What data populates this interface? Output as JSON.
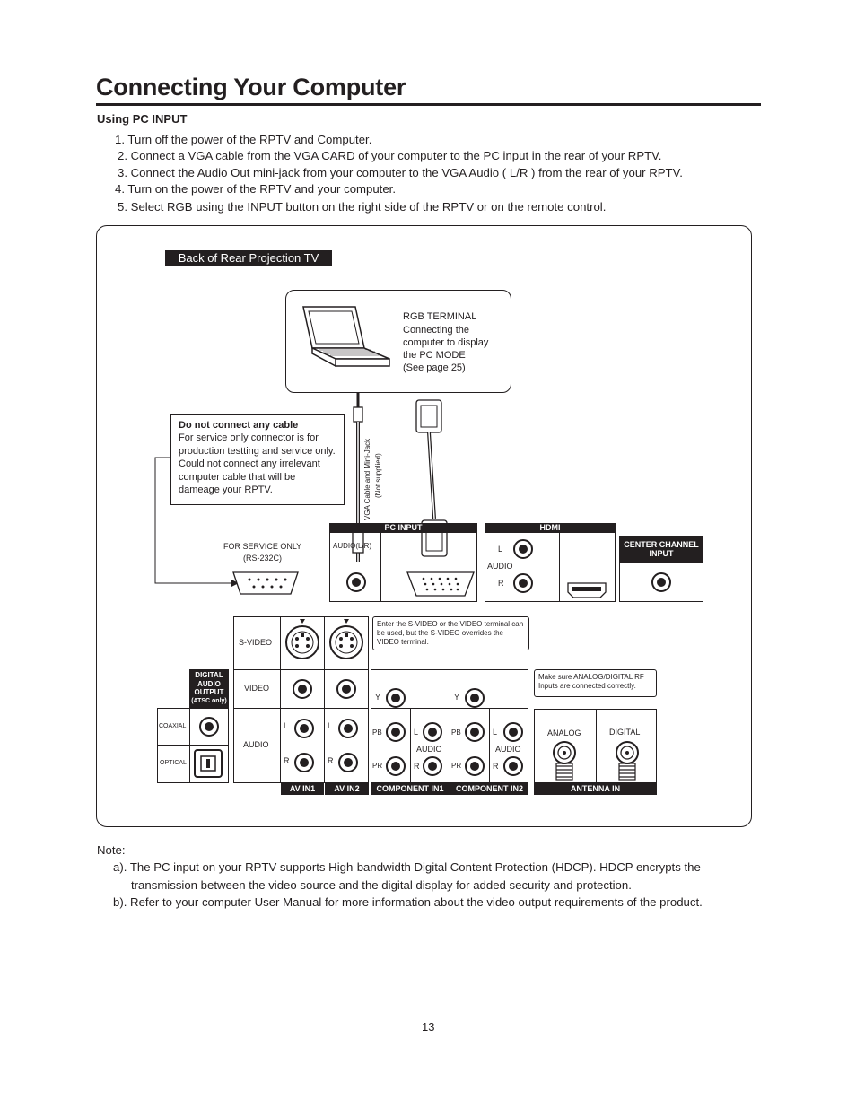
{
  "title": "Connecting Your Computer",
  "subtitle": "Using PC INPUT",
  "steps": [
    "1. Turn off the power of the RPTV and Computer.",
    "2. Connect a VGA cable from the VGA CARD of your computer to the PC input in the rear of your RPTV.",
    "3. Connect the Audio Out mini-jack from your computer to the VGA Audio ( L/R ) from the rear of your RPTV.",
    "4. Turn on the power of the RPTV and your computer.",
    "5. Select RGB using the INPUT button on the right side of the RPTV or on the remote control."
  ],
  "diagram": {
    "tv_label": "Back of Rear Projection TV",
    "rgb_terminal": [
      "RGB TERMINAL",
      "Connecting the",
      "computer to display",
      "the PC MODE",
      "(See page 25)"
    ],
    "warning_title": "Do not connect any cable",
    "warning_text": "For service only connector is for production testting and service only. Could not connect any irrelevant computer cable that will be dameage your RPTV.",
    "cable_label_1": "VGA Cable and Mini-Jack",
    "cable_label_2": "(Not supplied)",
    "service_only": "FOR SERVICE ONLY",
    "rs232c": "(RS-232C)",
    "pc_input": "PC INPUT",
    "audio_lr": "AUDIO(L/R)",
    "hdmi": "HDMI",
    "l": "L",
    "r": "R",
    "audio": "AUDIO",
    "center_channel": [
      "CENTER CHANNEL",
      "INPUT"
    ],
    "svideo": "S-VIDEO",
    "video": "VIDEO",
    "svideo_note": "Enter the S-VIDEO or the VIDEO terminal can be used, but the S-VIDEO overrides the VIDEO terminal.",
    "digital_audio": [
      "DIGITAL",
      "AUDIO",
      "OUTPUT",
      "(ATSC only)"
    ],
    "coaxial": "COAXIAL",
    "optical": "OPTICAL",
    "av_in1": "AV IN1",
    "av_in2": "AV IN2",
    "y": "Y",
    "pb": "PB",
    "pr": "PR",
    "component_in1": "COMPONENT IN1",
    "component_in2": "COMPONENT IN2",
    "rf_note": "Make sure ANALOG/DIGITAL RF Inputs are connected correctly.",
    "analog": "ANALOG",
    "digital": "DIGITAL",
    "antenna_in": "ANTENNA IN"
  },
  "note_label": "Note:",
  "notes": [
    "a). The PC input on your RPTV supports High-bandwidth Digital Content Protection (HDCP). HDCP encrypts the",
    "transmission between the video source and the digital display for added security and protection.",
    "b). Refer to your computer User Manual for more information about the video output requirements of the product."
  ],
  "page_number": "13"
}
